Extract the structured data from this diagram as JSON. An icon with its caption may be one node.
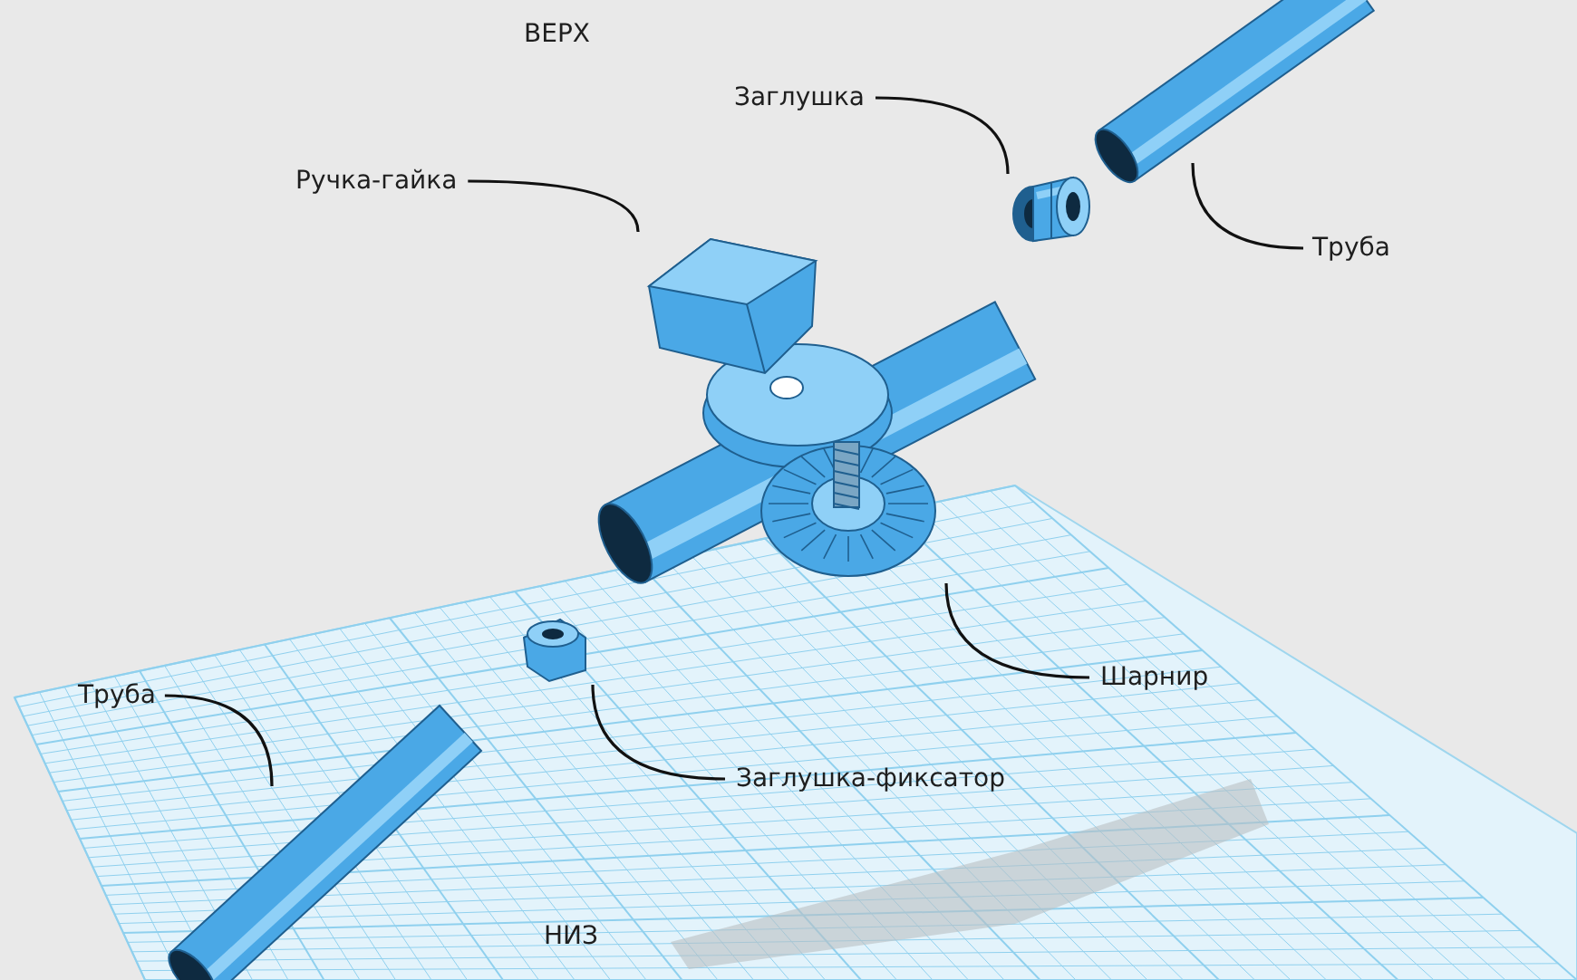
{
  "diagram": {
    "nodes": [
      {
        "text": [
          "Ручка-гайка"
        ]
      },
      {
        "text": [],
        "shape": "picture"
      },
      {
        "text": [
          "Заглушка"
        ]
      },
      {
        "text": [],
        "shape": "picture"
      },
      {
        "text": [
          "Труба"
        ]
      },
      {
        "text": [],
        "shape": "picture"
      },
      {
        "text": [
          "Шарнир"
        ]
      },
      {
        "text": [],
        "shape": "picture"
      },
      {
        "text": [
          "Заглушка-фиксатор"
        ]
      },
      {
        "text": [],
        "shape": "picture"
      },
      {
        "text": [
          "Труба"
        ]
      },
      {
        "text": [],
        "shape": "picture"
      }
    ],
    "edges": [
      {
        "from": 0,
        "to": 1,
        "arrow": "none"
      },
      {
        "from": 2,
        "to": 3,
        "arrow": "none"
      },
      {
        "from": 4,
        "to": 5,
        "arrow": "none"
      },
      {
        "from": 6,
        "to": 7,
        "arrow": "none"
      },
      {
        "from": 8,
        "to": 9,
        "arrow": "none"
      },
      {
        "from": 10,
        "to": 11,
        "arrow": "none"
      }
    ],
    "labels": [
      "ВЕРХ",
      "НИЗ"
    ]
  }
}
